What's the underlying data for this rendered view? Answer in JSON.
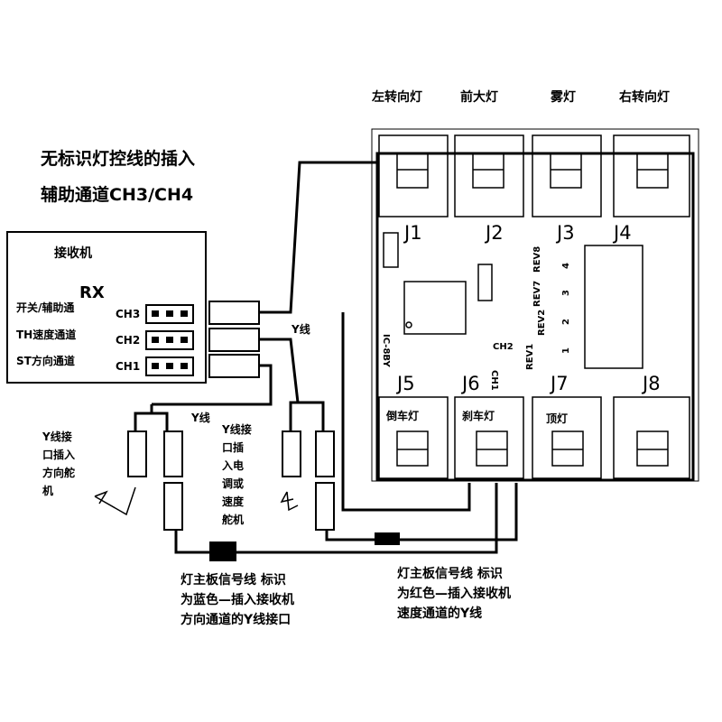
{
  "title": {
    "line1": "无标识灯控线的插入",
    "line2": "辅助通道CH3/CH4"
  },
  "receiver": {
    "heading": "接收机",
    "rx": "RX",
    "channels": [
      {
        "desc": "开关/辅助通",
        "ch": "CH3"
      },
      {
        "desc": "TH速度通道",
        "ch": "CH2"
      },
      {
        "desc": "ST方向通道",
        "ch": "CH1"
      }
    ]
  },
  "board": {
    "top_labels": [
      "左转向灯",
      "前大灯",
      "雾灯",
      "右转向灯"
    ],
    "jacks": [
      "J1",
      "J2",
      "J3",
      "J4",
      "J5",
      "J6",
      "J7",
      "J8"
    ],
    "bottom_labels": [
      "倒车灯",
      "刹车灯",
      "顶灯"
    ],
    "rev_labels": [
      "REV1",
      "REV2",
      "REV7",
      "REV8"
    ],
    "num_labels": [
      "1",
      "2",
      "3",
      "4"
    ],
    "chip_text": "IC-8BY",
    "ch2_text": "CH2",
    "ch1_text": "CH1"
  },
  "labels": {
    "y_wire_top": "Y线",
    "y_wire_left": "Y线",
    "left_note": [
      "Y线接",
      "口插入",
      "方向舵",
      "机"
    ],
    "mid_note": [
      "Y线接",
      "口插",
      "入电",
      "调或",
      "速度",
      "舵机"
    ]
  },
  "notes": {
    "blue": [
      "灯主板信号线 标识",
      "为蓝色—插入接收机",
      "方向通道的Y线接口"
    ],
    "red": [
      "灯主板信号线 标识",
      "为红色—插入接收机",
      "速度通道的Y线"
    ]
  }
}
